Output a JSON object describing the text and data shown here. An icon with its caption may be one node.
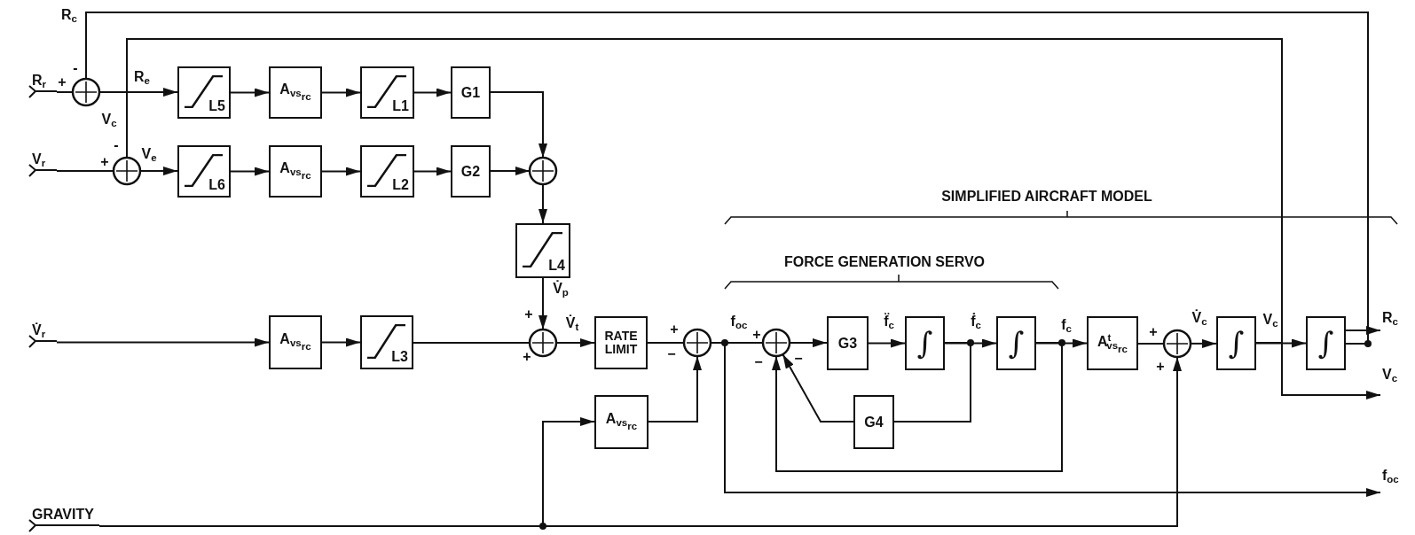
{
  "diagram": {
    "nodes": [
      {
        "text": [],
        "shape": "circle"
      },
      {
        "text": [],
        "shape": "circle"
      },
      {
        "text": [
          "L5"
        ]
      },
      {
        "text": [
          "A$_{vs}$$_{rc}$"
        ]
      },
      {
        "text": [
          "L1"
        ]
      },
      {
        "text": [
          "G1"
        ]
      },
      {
        "text": [
          "L6"
        ]
      },
      {
        "text": [
          "A$_{vs}$$_{rc}$"
        ]
      },
      {
        "text": [
          "L2"
        ]
      },
      {
        "text": [
          "G2"
        ]
      },
      {
        "text": [],
        "shape": "circle"
      },
      {
        "text": [
          "L4"
        ]
      },
      {
        "text": [
          "A$_{vs}$$_{rc}$"
        ]
      },
      {
        "text": [
          "L3"
        ]
      },
      {
        "text": [],
        "shape": "circle"
      },
      {
        "text": [
          "RATE LIMIT"
        ]
      },
      {
        "text": [],
        "shape": "circle"
      },
      {
        "text": [
          "A$_{vs}$$_{rc}$"
        ]
      },
      {
        "text": [],
        "shape": "circle"
      },
      {
        "text": [
          "G3"
        ]
      },
      {
        "text": [
          "∫"
        ]
      },
      {
        "text": [
          "G4"
        ]
      },
      {
        "text": [
          "∫"
        ]
      },
      {
        "text": [
          "A$^{t}$$_{vs}$$_{rc}$"
        ]
      },
      {
        "text": [],
        "shape": "circle"
      },
      {
        "text": [
          "∫"
        ]
      },
      {
        "text": [
          "∫"
        ]
      },
      {
        "text": [
          "R$_{r}$"
        ]
      },
      {
        "text": [
          "V$_{r}$"
        ]
      },
      {
        "text": [
          "V̇$_{r}$"
        ]
      },
      {
        "text": [
          "GRAVITY"
        ]
      },
      {
        "text": [
          "R$_{c}$"
        ]
      },
      {
        "text": [
          "V$_{c}$"
        ]
      },
      {
        "text": [
          "f$_{oc}$"
        ]
      }
    ],
    "edges": [
      {
        "from": 27,
        "to": 0,
        "arrow": "none"
      },
      {
        "from": 28,
        "to": 1,
        "arrow": "none"
      },
      {
        "from": 29,
        "to": 12,
        "arrow": "to"
      },
      {
        "from": 30,
        "to": 24,
        "arrow": "to"
      },
      {
        "from": 30,
        "to": 17,
        "arrow": "to"
      },
      {
        "from": 0,
        "to": 2,
        "arrow": "to"
      },
      {
        "from": 2,
        "to": 3,
        "arrow": "to"
      },
      {
        "from": 3,
        "to": 4,
        "arrow": "to"
      },
      {
        "from": 4,
        "to": 5,
        "arrow": "to"
      },
      {
        "from": 5,
        "to": 10,
        "arrow": "to"
      },
      {
        "from": 1,
        "to": 6,
        "arrow": "to"
      },
      {
        "from": 6,
        "to": 7,
        "arrow": "to"
      },
      {
        "from": 7,
        "to": 8,
        "arrow": "to"
      },
      {
        "from": 8,
        "to": 9,
        "arrow": "to"
      },
      {
        "from": 9,
        "to": 10,
        "arrow": "to"
      },
      {
        "from": 10,
        "to": 11,
        "arrow": "to"
      },
      {
        "from": 11,
        "to": 14,
        "arrow": "to"
      },
      {
        "from": 12,
        "to": 13,
        "arrow": "to"
      },
      {
        "from": 13,
        "to": 14,
        "arrow": "none"
      },
      {
        "from": 14,
        "to": 15,
        "arrow": "to"
      },
      {
        "from": 15,
        "to": 16,
        "arrow": "none"
      },
      {
        "from": 17,
        "to": 16,
        "arrow": "to"
      },
      {
        "from": 16,
        "to": 18,
        "arrow": "none"
      },
      {
        "from": 16,
        "to": 33,
        "arrow": "to"
      },
      {
        "from": 18,
        "to": 19,
        "arrow": "to"
      },
      {
        "from": 19,
        "to": 20,
        "arrow": "to"
      },
      {
        "from": 20,
        "to": 22,
        "arrow": "to"
      },
      {
        "from": 20,
        "to": 21,
        "arrow": "none"
      },
      {
        "from": 21,
        "to": 18,
        "arrow": "to"
      },
      {
        "from": 22,
        "to": 23,
        "arrow": "to"
      },
      {
        "from": 22,
        "to": 18,
        "arrow": "to"
      },
      {
        "from": 23,
        "to": 24,
        "arrow": "none"
      },
      {
        "from": 24,
        "to": 25,
        "arrow": "to"
      },
      {
        "from": 25,
        "to": 26,
        "arrow": "to"
      },
      {
        "from": 25,
        "to": 1,
        "arrow": "none"
      },
      {
        "from": 25,
        "to": 32,
        "arrow": "to"
      },
      {
        "from": 26,
        "to": 31,
        "arrow": "to"
      },
      {
        "from": 26,
        "to": 0,
        "arrow": "none"
      }
    ],
    "labels": [
      "R$_{c}$",
      "-",
      "+",
      "R$_{e}$",
      "V$_{c}$",
      "-",
      "V$_{e}$",
      "+",
      "SIMPLIFIED AIRCRAFT MODEL",
      "FORCE GENERATION SERVO",
      "V̇$_{p}$",
      "+",
      "V̇$_{t}$",
      "+",
      "f$_{oc}$",
      "+",
      "f̈$_{c}$",
      "ḟ$_{c}$",
      "f$_{c}$",
      "+",
      "V̇$_{c}$",
      "V$_{c}$",
      "+",
      "−",
      "−",
      "−",
      "+"
    ]
  }
}
